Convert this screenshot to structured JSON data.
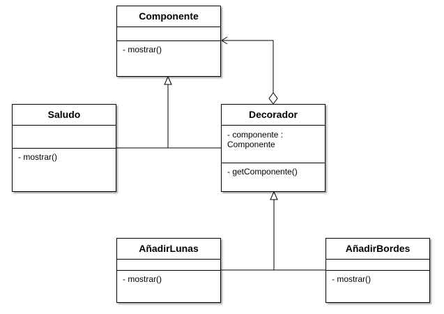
{
  "classes": {
    "componente": {
      "name": "Componente",
      "attributes": [],
      "operations": [
        "- mostrar()"
      ]
    },
    "saludo": {
      "name": "Saludo",
      "attributes": [],
      "operations": [
        "- mostrar()"
      ]
    },
    "decorador": {
      "name": "Decorador",
      "attributes": [
        "- componente :",
        "Componente"
      ],
      "operations": [
        "- getComponente()"
      ]
    },
    "anadir_lunas": {
      "name": "AñadirLunas",
      "attributes": [],
      "operations": [
        "- mostrar()"
      ]
    },
    "anadir_bordes": {
      "name": "AñadirBordes",
      "attributes": [],
      "operations": [
        "- mostrar()"
      ]
    }
  },
  "relations": [
    {
      "type": "generalization",
      "from": "saludo",
      "to": "componente"
    },
    {
      "type": "generalization",
      "from": "decorador",
      "to": "componente"
    },
    {
      "type": "aggregation",
      "from": "decorador",
      "to": "componente"
    },
    {
      "type": "generalization",
      "from": "anadir_lunas",
      "to": "decorador"
    },
    {
      "type": "generalization",
      "from": "anadir_bordes",
      "to": "decorador"
    }
  ],
  "colors": {
    "stroke": "#000000",
    "fill": "#ffffff"
  }
}
